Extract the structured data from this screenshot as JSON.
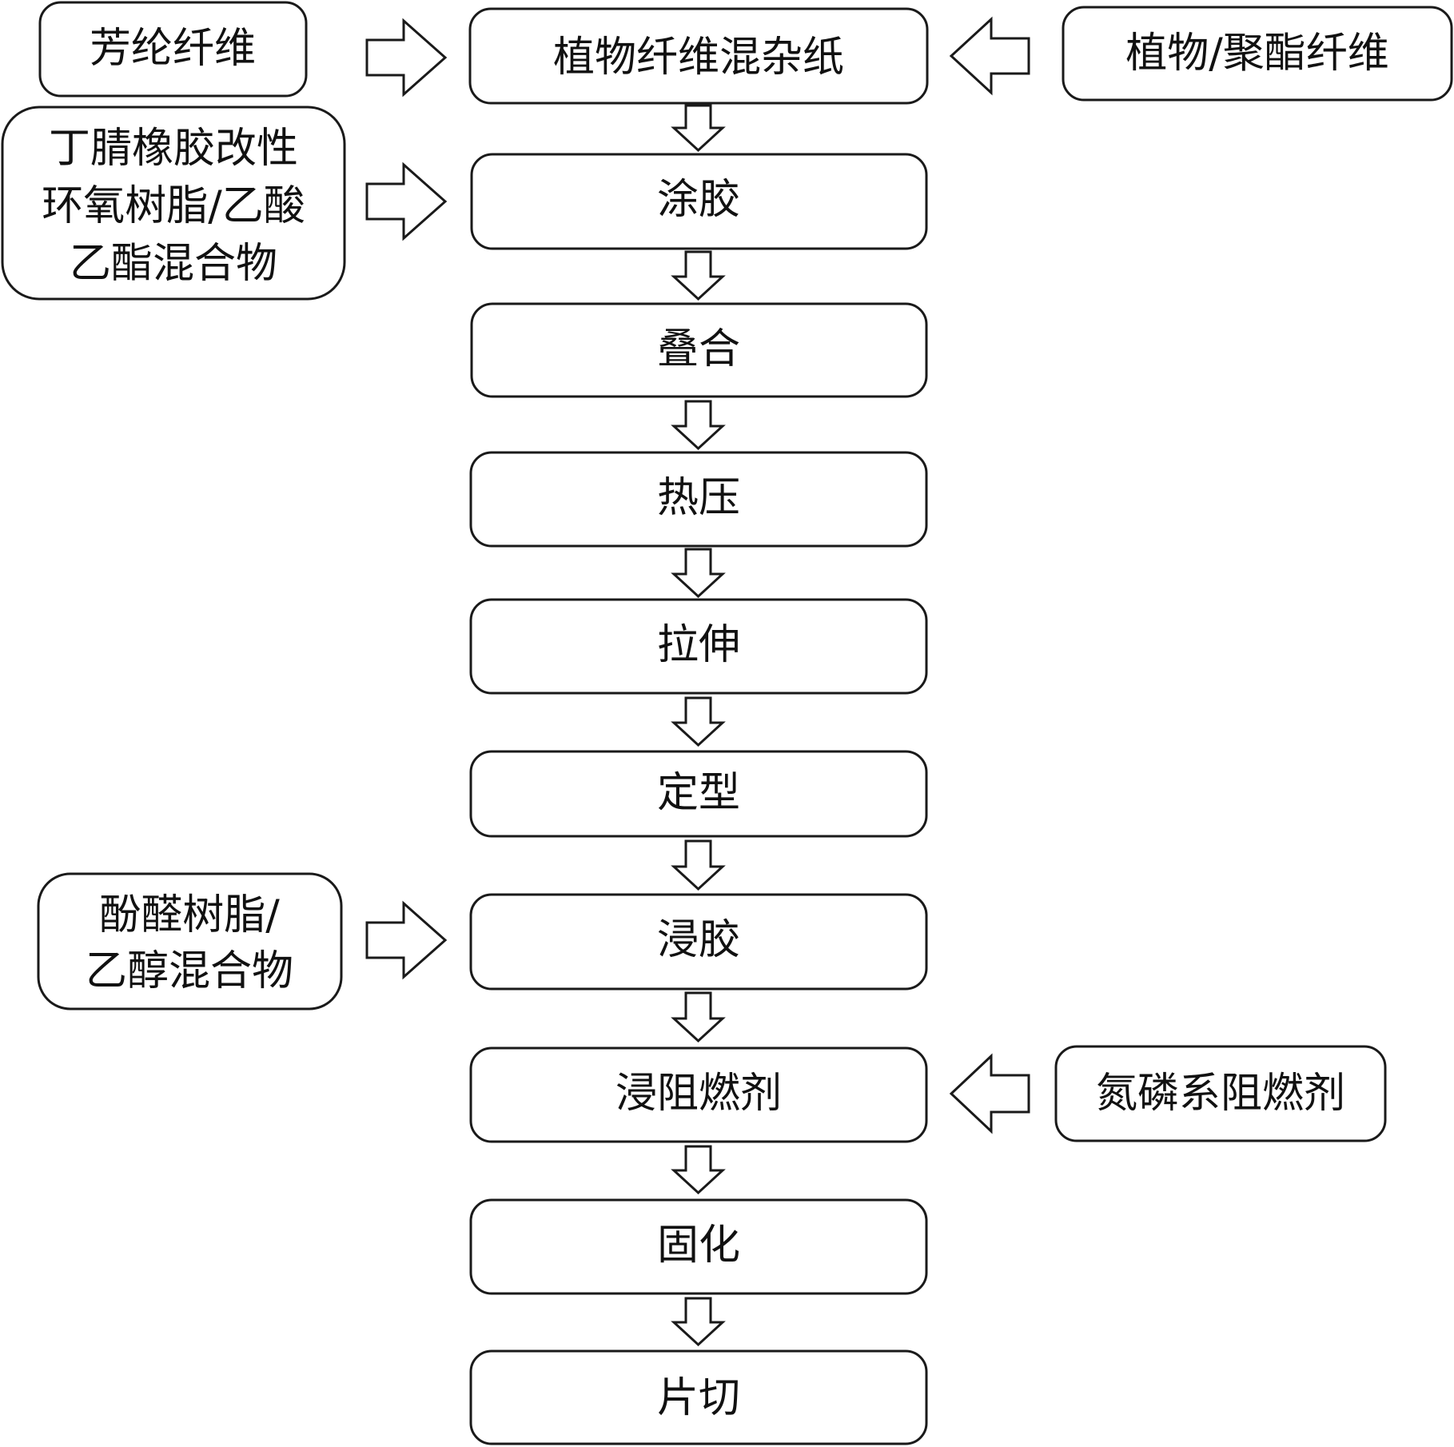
{
  "steps": {
    "paper": "植物纤维混杂纸",
    "coating": "涂胶",
    "laminating": "叠合",
    "hot_pressing": "热压",
    "stretching": "拉伸",
    "shaping": "定型",
    "impregnation": "浸胶",
    "flame_retardant_dip": "浸阻燃剂",
    "curing": "固化",
    "slicing": "片切"
  },
  "inputs": {
    "aramid": "芳纶纤维",
    "plant_polyester": "植物/聚酯纤维",
    "adhesive": [
      "丁腈橡胶改性",
      "环氧树脂/乙酸",
      "乙酯混合物"
    ],
    "phenolic": [
      "酚醛树脂/",
      "乙醇混合物"
    ],
    "retardant": "氮磷系阻燃剂"
  },
  "colors": {
    "stroke": "#1a1a1a",
    "fill": "#ffffff",
    "text": "#111111"
  }
}
